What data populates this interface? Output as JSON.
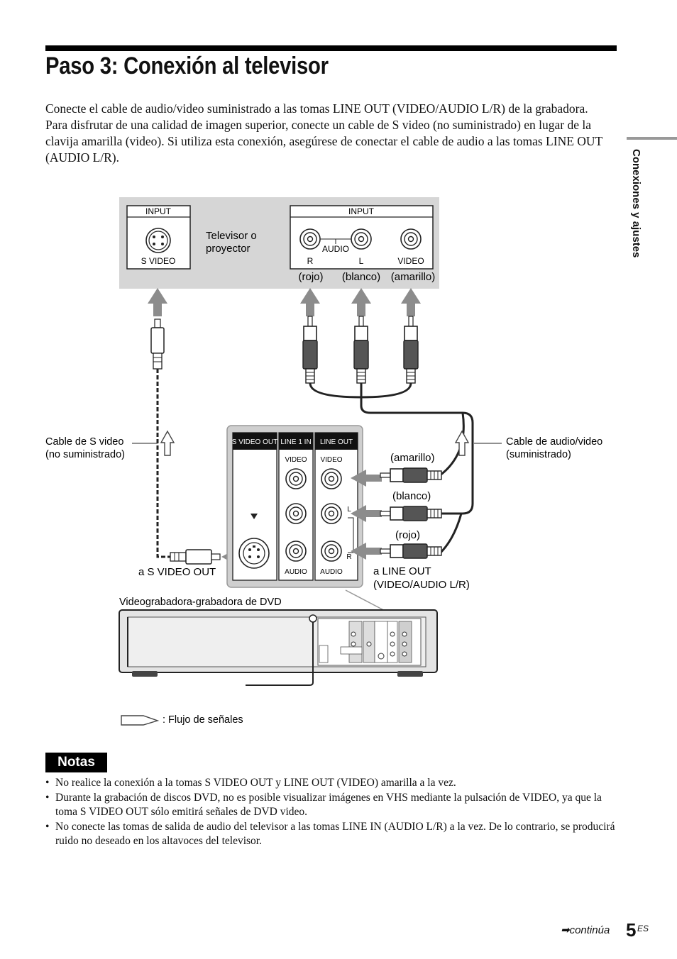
{
  "page": {
    "title": "Paso 3: Conexión al televisor",
    "intro": [
      "Conecte el cable de audio/video suministrado a las tomas LINE OUT (VIDEO/AUDIO L/R) de la grabadora.",
      "Para disfrutar de una calidad de imagen superior, conecte un cable de S video (no suministrado) en lugar de la clavija amarilla (video). Si utiliza esta conexión, asegúrese de conectar el cable de audio a las tomas LINE OUT (AUDIO L/R)."
    ],
    "side_tab": "Conexiones y ajustes",
    "continua": "continúa",
    "page_number": "5",
    "page_suffix": "ES"
  },
  "diagram": {
    "tv_input_left": "INPUT",
    "tv_svideo": "S VIDEO",
    "tv_label": [
      "Televisor o",
      "proyector"
    ],
    "tv_input_right": "INPUT",
    "tv_audio": "AUDIO",
    "tv_r": "R",
    "tv_l": "L",
    "tv_video": "VIDEO",
    "tv_rojo": "(rojo)",
    "tv_blanco": "(blanco)",
    "tv_amarillo": "(amarillo)",
    "svideo_cable": [
      "Cable de S video",
      "(no suministrado)"
    ],
    "av_cable": [
      "Cable de audio/video",
      "(suministrado)"
    ],
    "panel_svideo_out": "S VIDEO OUT",
    "panel_line1_in": "LINE 1 IN",
    "panel_line_out": "LINE OUT",
    "panel_video": "VIDEO",
    "panel_audio": "AUDIO",
    "panel_l": "L",
    "panel_r": "R",
    "plug_amarillo": "(amarillo)",
    "plug_blanco": "(blanco)",
    "plug_rojo": "(rojo)",
    "a_svideo_out": "a S VIDEO OUT",
    "a_line_out": [
      "a LINE OUT",
      "(VIDEO/AUDIO L/R)"
    ],
    "recorder_label": "Videograbadora-grabadora de DVD",
    "legend": ": Flujo de señales"
  },
  "notes": {
    "heading": "Notas",
    "items": [
      "No realice la conexión a la tomas S VIDEO OUT y LINE OUT (VIDEO) amarilla a la vez.",
      "Durante la grabación de discos DVD, no es posible visualizar imágenes en VHS mediante la pulsación de VIDEO, ya que la toma S VIDEO OUT sólo emitirá señales de DVD video.",
      "No conecte las tomas de salida de audio del televisor a las tomas LINE IN (AUDIO L/R) a la vez. De lo contrario, se producirá ruido no deseado en los altavoces del televisor."
    ]
  }
}
